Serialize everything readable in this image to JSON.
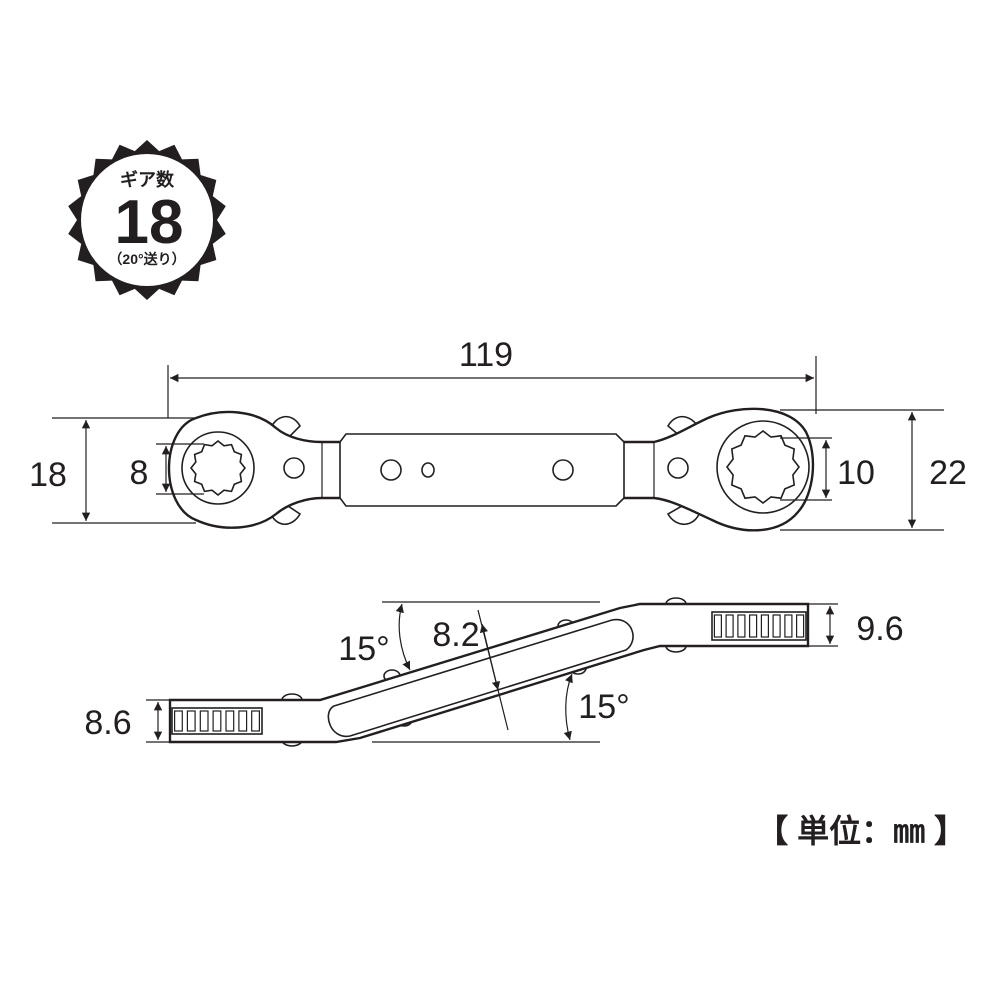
{
  "badge": {
    "title": "ギア数",
    "number": "18",
    "subtitle": "（20°送り）"
  },
  "top_view": {
    "overall_length": "119",
    "left_height": "18",
    "left_socket": "8",
    "right_socket": "10",
    "right_height": "22"
  },
  "side_view": {
    "upper_angle": "15°",
    "thickness_shank": "8.2",
    "right_head_thickness": "9.6",
    "left_head_thickness": "8.6",
    "lower_angle": "15°"
  },
  "unit_note": "【 単位：㎜ 】"
}
